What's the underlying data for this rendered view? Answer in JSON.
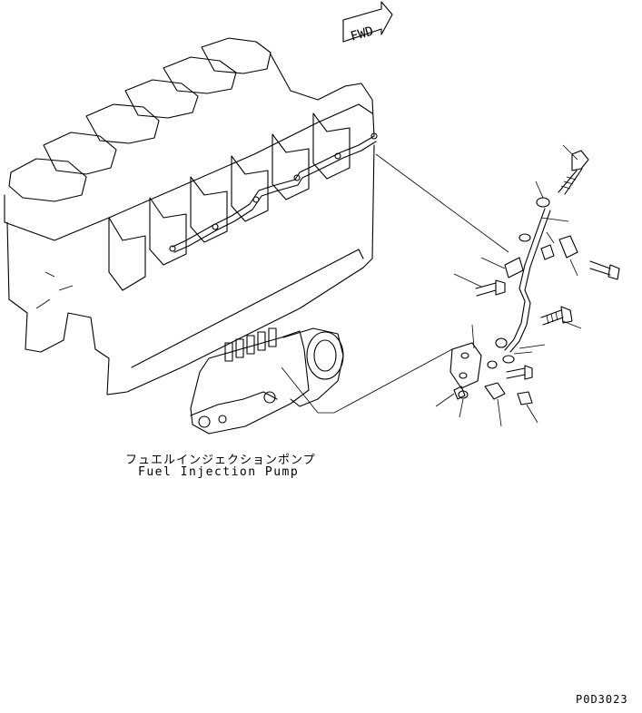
{
  "direction_marker": {
    "text": "FWD"
  },
  "component_label": {
    "japanese": "フュエルインジェクションポンプ",
    "english": "Fuel Injection Pump"
  },
  "figure_code": "P0D3023"
}
